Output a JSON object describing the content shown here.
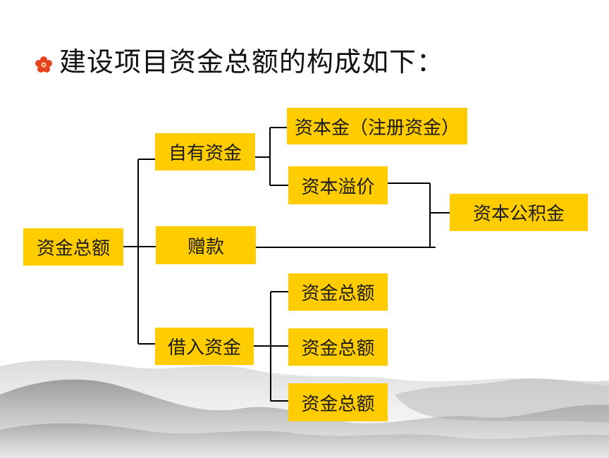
{
  "title": "建设项目资金总额的构成如下：",
  "nodes": {
    "total": "资金总额",
    "own_funds": "自有资金",
    "donation": "赠款",
    "borrowed_funds": "借入资金",
    "registered_capital": "资本金（注册资金）",
    "capital_premium": "资本溢价",
    "capital_reserve": "资本公积金",
    "borrowed_child_1": "资金总额",
    "borrowed_child_2": "资金总额",
    "borrowed_child_3": "资金总额"
  },
  "colors": {
    "box_fill": "#ffcc00",
    "bullet": "#e8431f"
  },
  "icons": {
    "bullet": "flower-bullet-icon"
  }
}
